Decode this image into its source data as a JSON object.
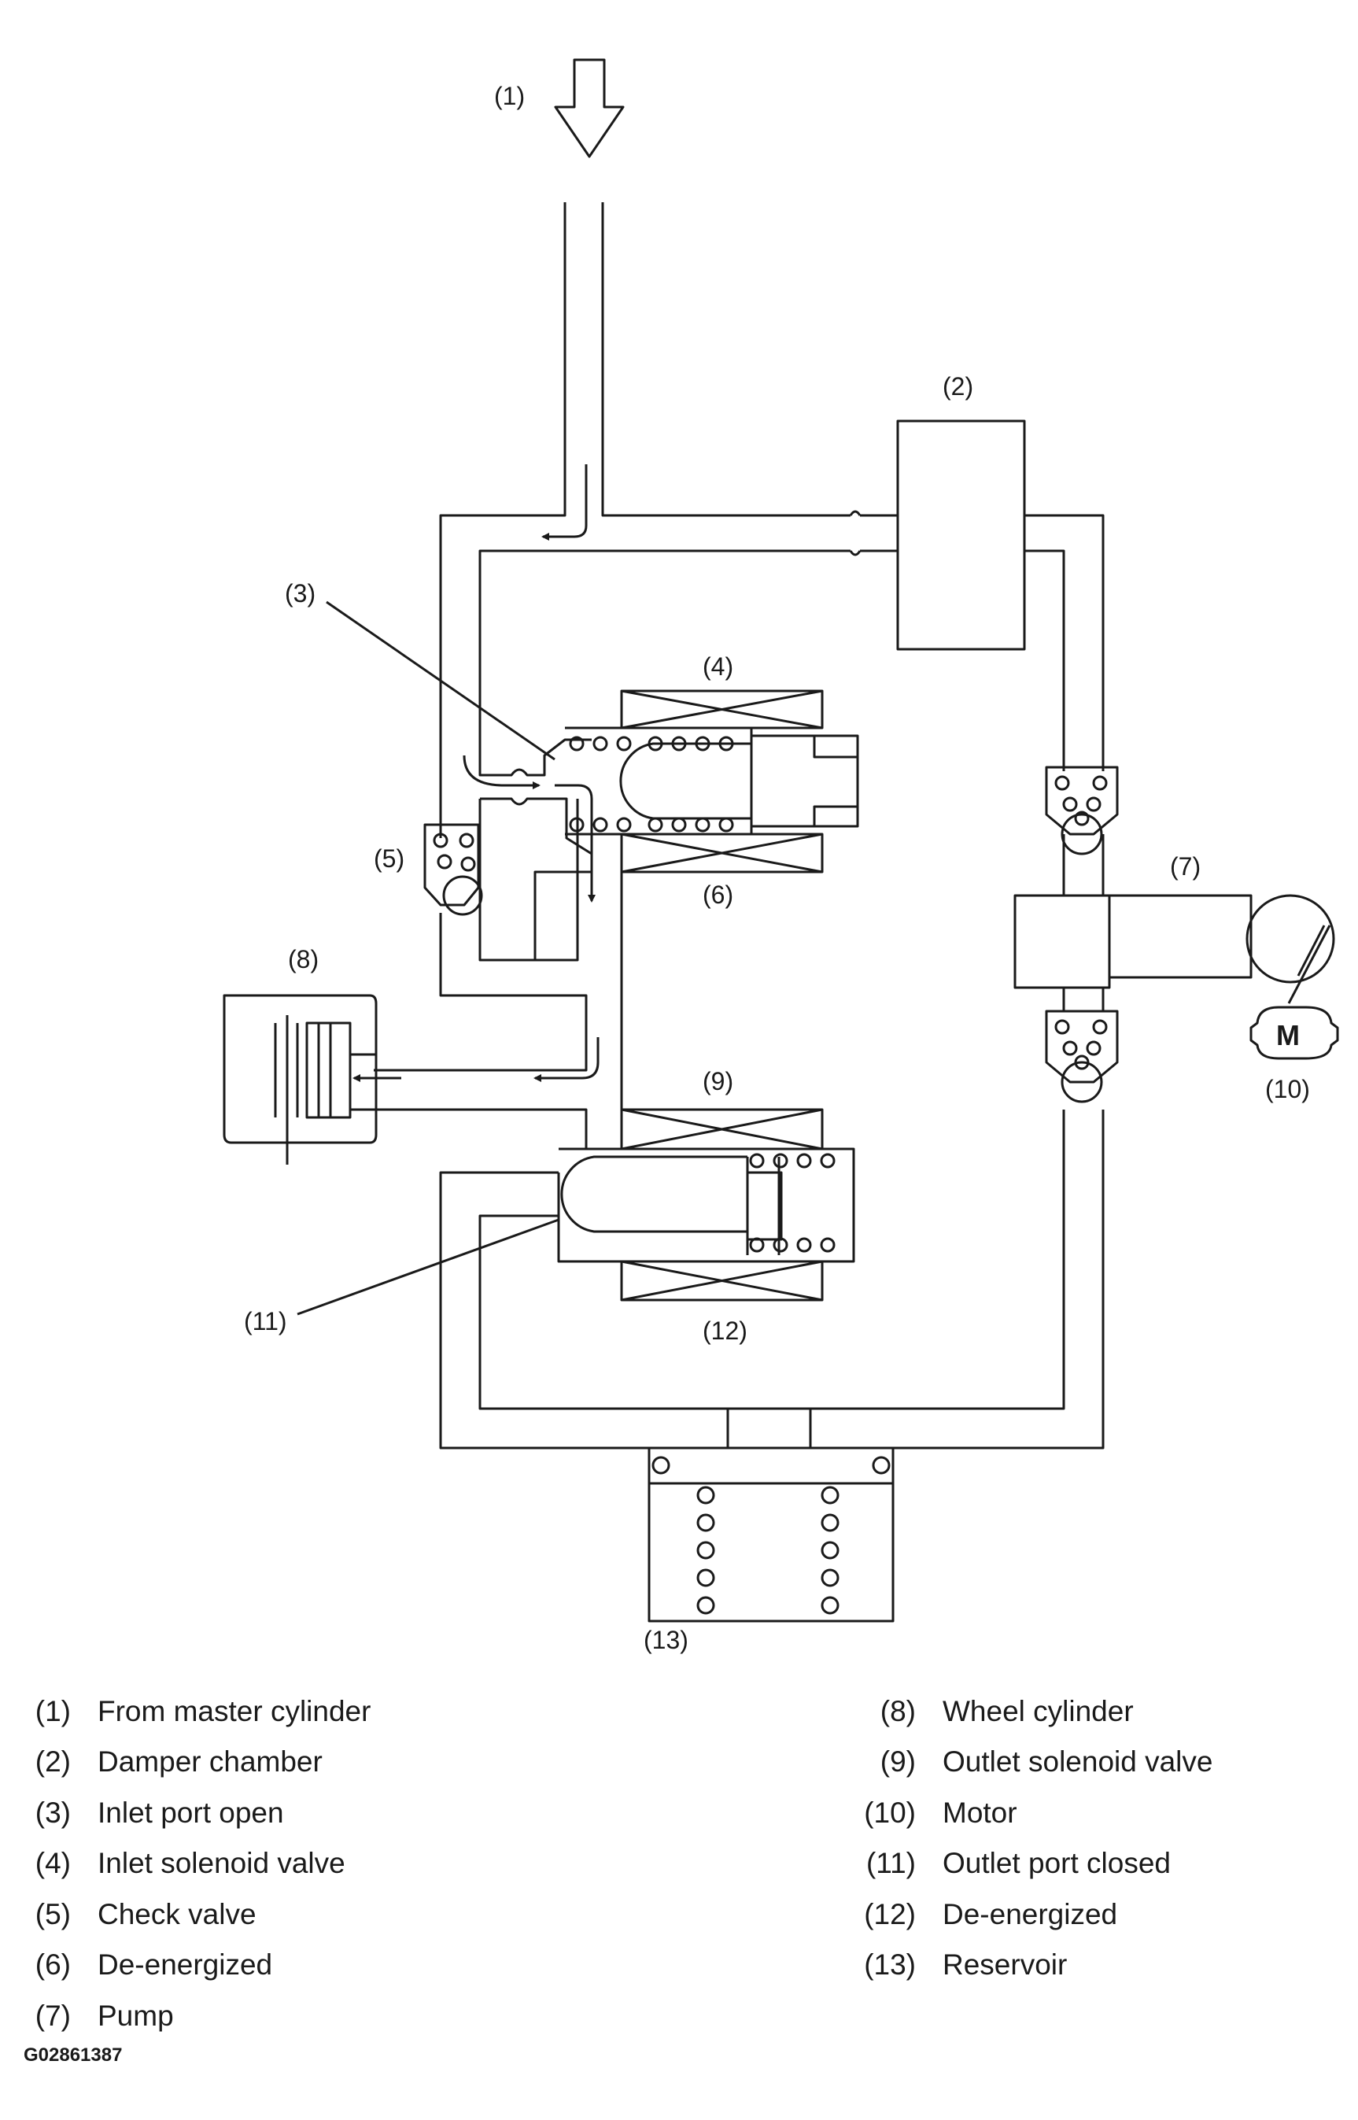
{
  "callouts": [
    "(1)",
    "(2)",
    "(3)",
    "(4)",
    "(5)",
    "(6)",
    "(7)",
    "(8)",
    "(9)",
    "(10)",
    "(11)",
    "(12)",
    "(13)"
  ],
  "motor_symbol": "M",
  "legend": [
    {
      "num": "(1)",
      "label": "From master cylinder"
    },
    {
      "num": "(2)",
      "label": "Damper chamber"
    },
    {
      "num": "(3)",
      "label": "Inlet port open"
    },
    {
      "num": "(4)",
      "label": "Inlet solenoid valve"
    },
    {
      "num": "(5)",
      "label": "Check valve"
    },
    {
      "num": "(6)",
      "label": "De-energized"
    },
    {
      "num": "(7)",
      "label": "Pump"
    },
    {
      "num": "(8)",
      "label": "Wheel cylinder"
    },
    {
      "num": "(9)",
      "label": "Outlet solenoid valve"
    },
    {
      "num": "(10)",
      "label": "Motor"
    },
    {
      "num": "(11)",
      "label": "Outlet port closed"
    },
    {
      "num": "(12)",
      "label": "De-energized"
    },
    {
      "num": "(13)",
      "label": "Reservoir"
    }
  ],
  "figure_id": "G02861387",
  "colors": {
    "line": "#1a1a1a",
    "background": "#ffffff"
  }
}
